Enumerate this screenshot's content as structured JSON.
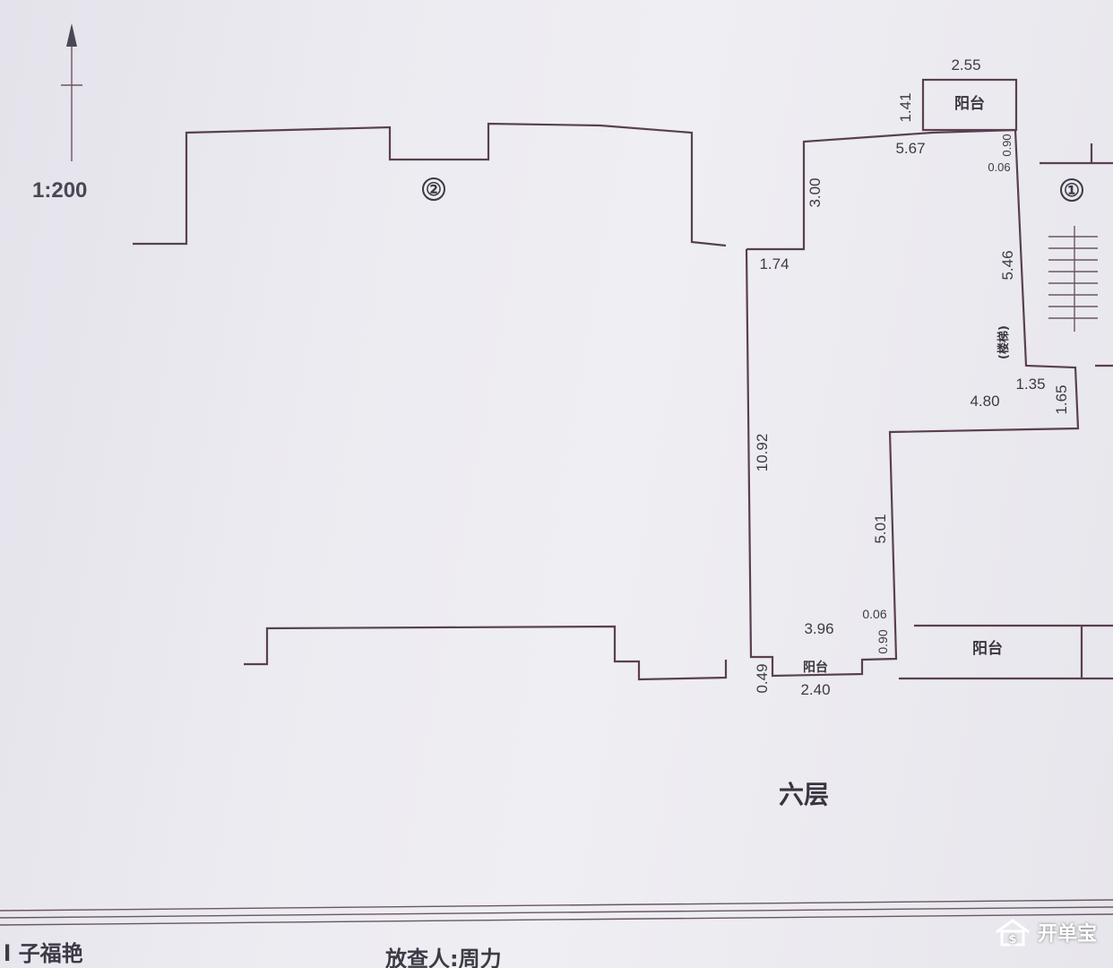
{
  "drawing": {
    "scale": "1:200",
    "floor_label": "六层",
    "building_marks": [
      "②",
      "①"
    ],
    "room_labels": {
      "top_balcony": "阳台",
      "bottom_left_balcony": "阳台",
      "bottom_right_balcony": "阳台",
      "stair_note": "(楼梯)"
    },
    "dimensions": {
      "top_width": "2.55",
      "top_side": "1.41",
      "top_wall": "5.67",
      "small_a": "0.90",
      "small_b": "0.06",
      "left_upper": "3.00",
      "left_offset": "1.74",
      "right_long": "5.46",
      "step_width": "1.35",
      "step_height": "1.65",
      "mid_width": "4.80",
      "left_long": "10.92",
      "lower_right": "5.01",
      "bottom_width": "3.96",
      "bottom_small": "0.06",
      "bottom_side": "0.90",
      "bottom_left": "0.49",
      "bottom_balcony": "2.40"
    },
    "footer": {
      "left_text": "l 子福艳",
      "middle_text": "放查人:周力"
    }
  },
  "watermark": {
    "text": "开单宝",
    "icon": "house-dollar-icon"
  }
}
